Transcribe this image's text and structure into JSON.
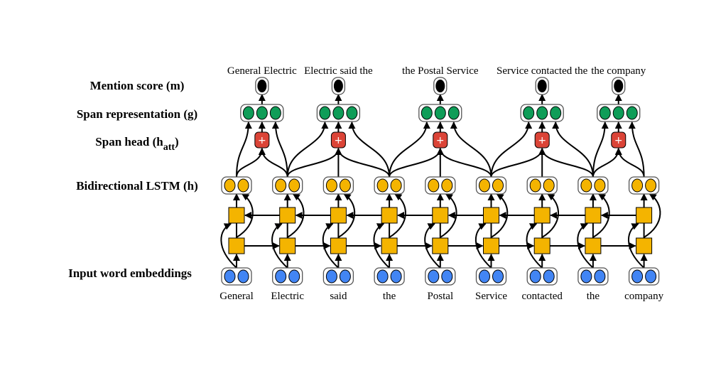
{
  "row_labels": {
    "mention": "Mention score (m)",
    "span_rep": "Span representation (g)",
    "span_head": "Span head (h",
    "span_head_sub": "att",
    "span_head_close": ")",
    "bilstm": "Bidirectional LSTM (h)",
    "embeddings": "Input word embeddings"
  },
  "words": [
    "General",
    "Electric",
    "said",
    "the",
    "Postal",
    "Service",
    "contacted",
    "the",
    "company"
  ],
  "spans": [
    {
      "text": "General Electric",
      "start": 0,
      "end": 1
    },
    {
      "text": "Electric said the",
      "start": 1,
      "end": 3
    },
    {
      "text": "the Postal Service",
      "start": 3,
      "end": 5
    },
    {
      "text": "Service contacted the",
      "start": 5,
      "end": 7
    },
    {
      "text": "the company",
      "start": 7,
      "end": 8
    }
  ],
  "head_symbol": "+",
  "colors": {
    "embedding": "#4285f4",
    "lstm": "#f4b400",
    "span_rep": "#0f9d58",
    "span_head": "#db4437",
    "mention": "#000000",
    "container_border": "#555555"
  }
}
